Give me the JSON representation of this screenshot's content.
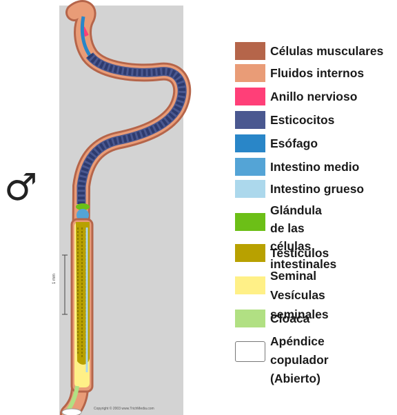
{
  "figure": {
    "male_symbol": "♂",
    "scale_label": "1 mm",
    "copyright": "Copyright © 2003 www.TrichMedia.com"
  },
  "legend": [
    {
      "label": "Células musculares",
      "color": "#b5654a"
    },
    {
      "label": "Fluidos internos",
      "color": "#e99c77"
    },
    {
      "label": "Anillo nervioso",
      "color": "#ff3f78"
    },
    {
      "label": "Esticocitos",
      "color": "#4a5890"
    },
    {
      "label": "Esófago",
      "color": "#2986c8"
    },
    {
      "label": "Intestino medio",
      "color": "#54a4d6"
    },
    {
      "label": "Intestino grueso",
      "color": "#acd8ec"
    },
    {
      "label": "Glándula de las\ncélulas intestinales",
      "color": "#6cbf17"
    },
    {
      "label": "Testículos",
      "color": "#b8a100"
    },
    {
      "label": "Seminal\nVesículas seminales",
      "color": "#fff087"
    },
    {
      "label": "Cloaca",
      "color": "#b1e083"
    },
    {
      "label": "Apéndice\ncopulador (Abierto)",
      "color": "#ffffff"
    }
  ]
}
